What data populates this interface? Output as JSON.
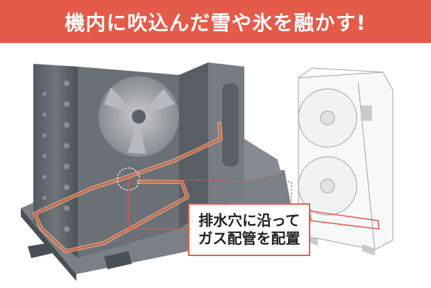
{
  "header": {
    "title": "機内に吹込んだ雪や氷を融かす!"
  },
  "callout": {
    "line1": "排水穴に沿って",
    "line2": "ガス配管を配置"
  },
  "colors": {
    "banner": "#e45b49",
    "pipe": "#c8663c",
    "accent_line": "#e45b49"
  },
  "icons": {
    "fan": "fan-icon",
    "unit": "outdoor-unit-icon"
  }
}
